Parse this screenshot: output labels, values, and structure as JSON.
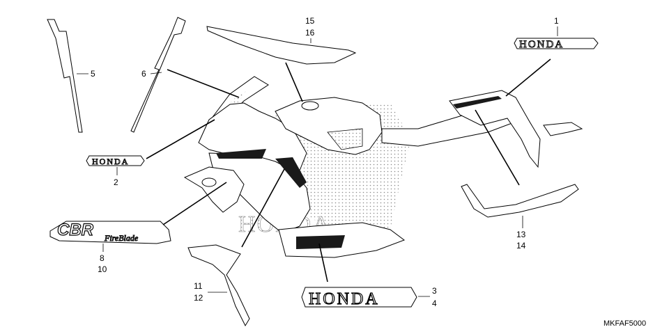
{
  "callouts": {
    "c1": "1",
    "c2": "2",
    "c3": "3",
    "c4": "4",
    "c5": "5",
    "c6": "6",
    "c8": "8",
    "c10": "10",
    "c11": "11",
    "c12": "12",
    "c13": "13",
    "c14": "14",
    "c15": "15",
    "c16": "16"
  },
  "emblems": {
    "honda_upper": "HONDA",
    "honda_small": "HONDA",
    "honda_lower": "HONDA",
    "honda_watermark": "HONDA",
    "cbr": "CBR",
    "fireblade": "FireBlade"
  },
  "diagram_code": "MKFAF5000",
  "colors": {
    "line": "#000000",
    "background": "#ffffff",
    "stipple": "#8a8a8a",
    "stripe": "#1a1a1a"
  }
}
